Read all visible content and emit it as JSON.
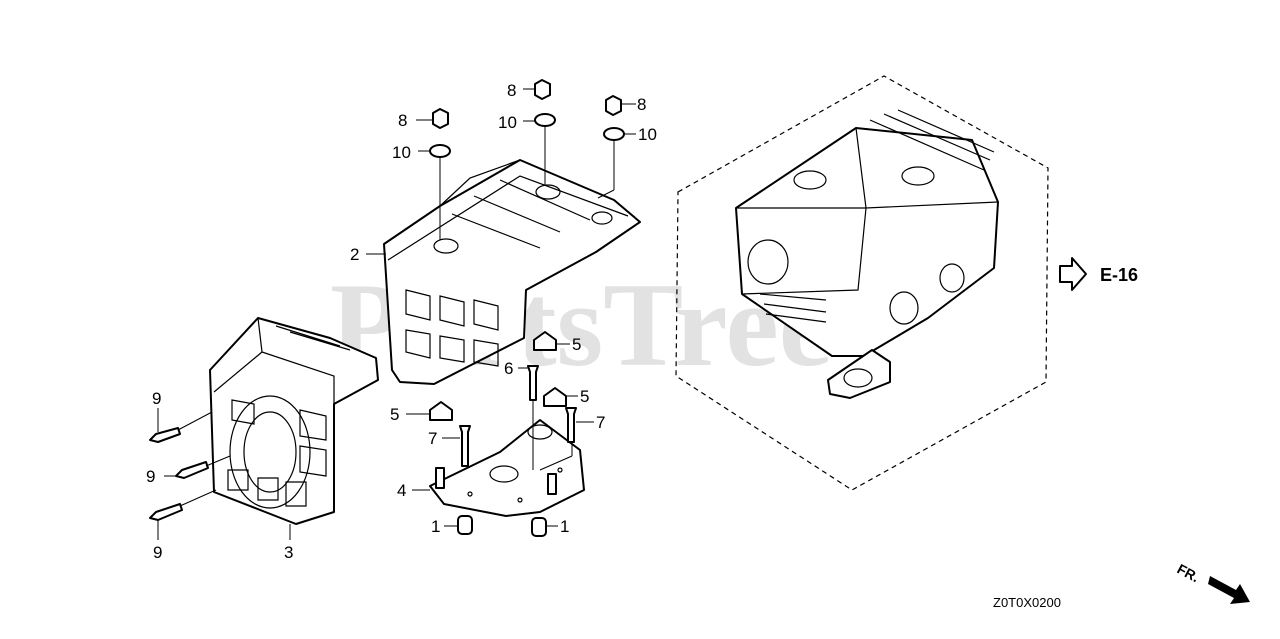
{
  "watermark": "PartsTree",
  "callouts": [
    {
      "id": "c1a",
      "label": "1"
    },
    {
      "id": "c1b",
      "label": "1"
    },
    {
      "id": "c2",
      "label": "2"
    },
    {
      "id": "c3",
      "label": "3"
    },
    {
      "id": "c4",
      "label": "4"
    },
    {
      "id": "c5a",
      "label": "5"
    },
    {
      "id": "c5b",
      "label": "5"
    },
    {
      "id": "c5c",
      "label": "5"
    },
    {
      "id": "c6",
      "label": "6"
    },
    {
      "id": "c7a",
      "label": "7"
    },
    {
      "id": "c7b",
      "label": "7"
    },
    {
      "id": "c8a",
      "label": "8"
    },
    {
      "id": "c8b",
      "label": "8"
    },
    {
      "id": "c8c",
      "label": "8"
    },
    {
      "id": "c9a",
      "label": "9"
    },
    {
      "id": "c9b",
      "label": "9"
    },
    {
      "id": "c9c",
      "label": "9"
    },
    {
      "id": "c10a",
      "label": "10"
    },
    {
      "id": "c10b",
      "label": "10"
    },
    {
      "id": "c10c",
      "label": "10"
    }
  ],
  "reference_label": "E-16",
  "front_label": "FR.",
  "diagram_code": "Z0T0X0200"
}
